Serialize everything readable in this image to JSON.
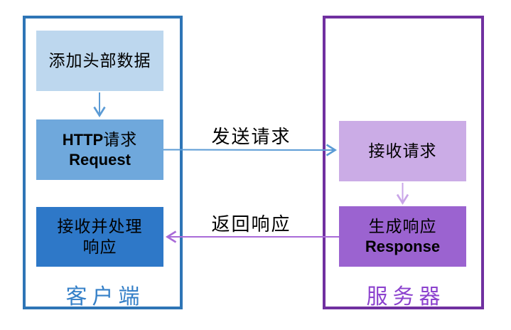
{
  "diagram": {
    "title_semantic": "HTTP request response flow between client and server",
    "client": {
      "label": "客户端",
      "boxes": {
        "add_header": {
          "text": "添加头部数据"
        },
        "http_request": {
          "title_en": "HTTP",
          "title_zh": "请求",
          "subtitle": "Request"
        },
        "receive_process": {
          "line1": "接收并处理",
          "line2": "响应"
        }
      }
    },
    "server": {
      "label": "服务器",
      "boxes": {
        "receive_request": {
          "text": "接收请求"
        },
        "generate_response": {
          "line1": "生成响应",
          "subtitle": "Response"
        }
      }
    },
    "arrows": {
      "send_request": {
        "label": "发送请求",
        "direction": "right"
      },
      "return_response": {
        "label": "返回响应",
        "direction": "left"
      },
      "client_step": {
        "direction": "down"
      },
      "server_step": {
        "direction": "down"
      }
    },
    "colors": {
      "client_border": "#2E75B6",
      "server_border": "#7030A0",
      "box_light_blue": "#BDD7EE",
      "box_medium_blue": "#6FA8DC",
      "box_dark_blue": "#2E78C8",
      "box_light_purple": "#CBACE6",
      "box_dark_purple": "#9B63D0",
      "arrow_blue": "#5B9BD5",
      "arrow_light_purple": "#C9A5E8",
      "arrow_purple": "#A96BD8",
      "client_label_text": "#3580C8",
      "server_label_text": "#8C42CE"
    }
  }
}
